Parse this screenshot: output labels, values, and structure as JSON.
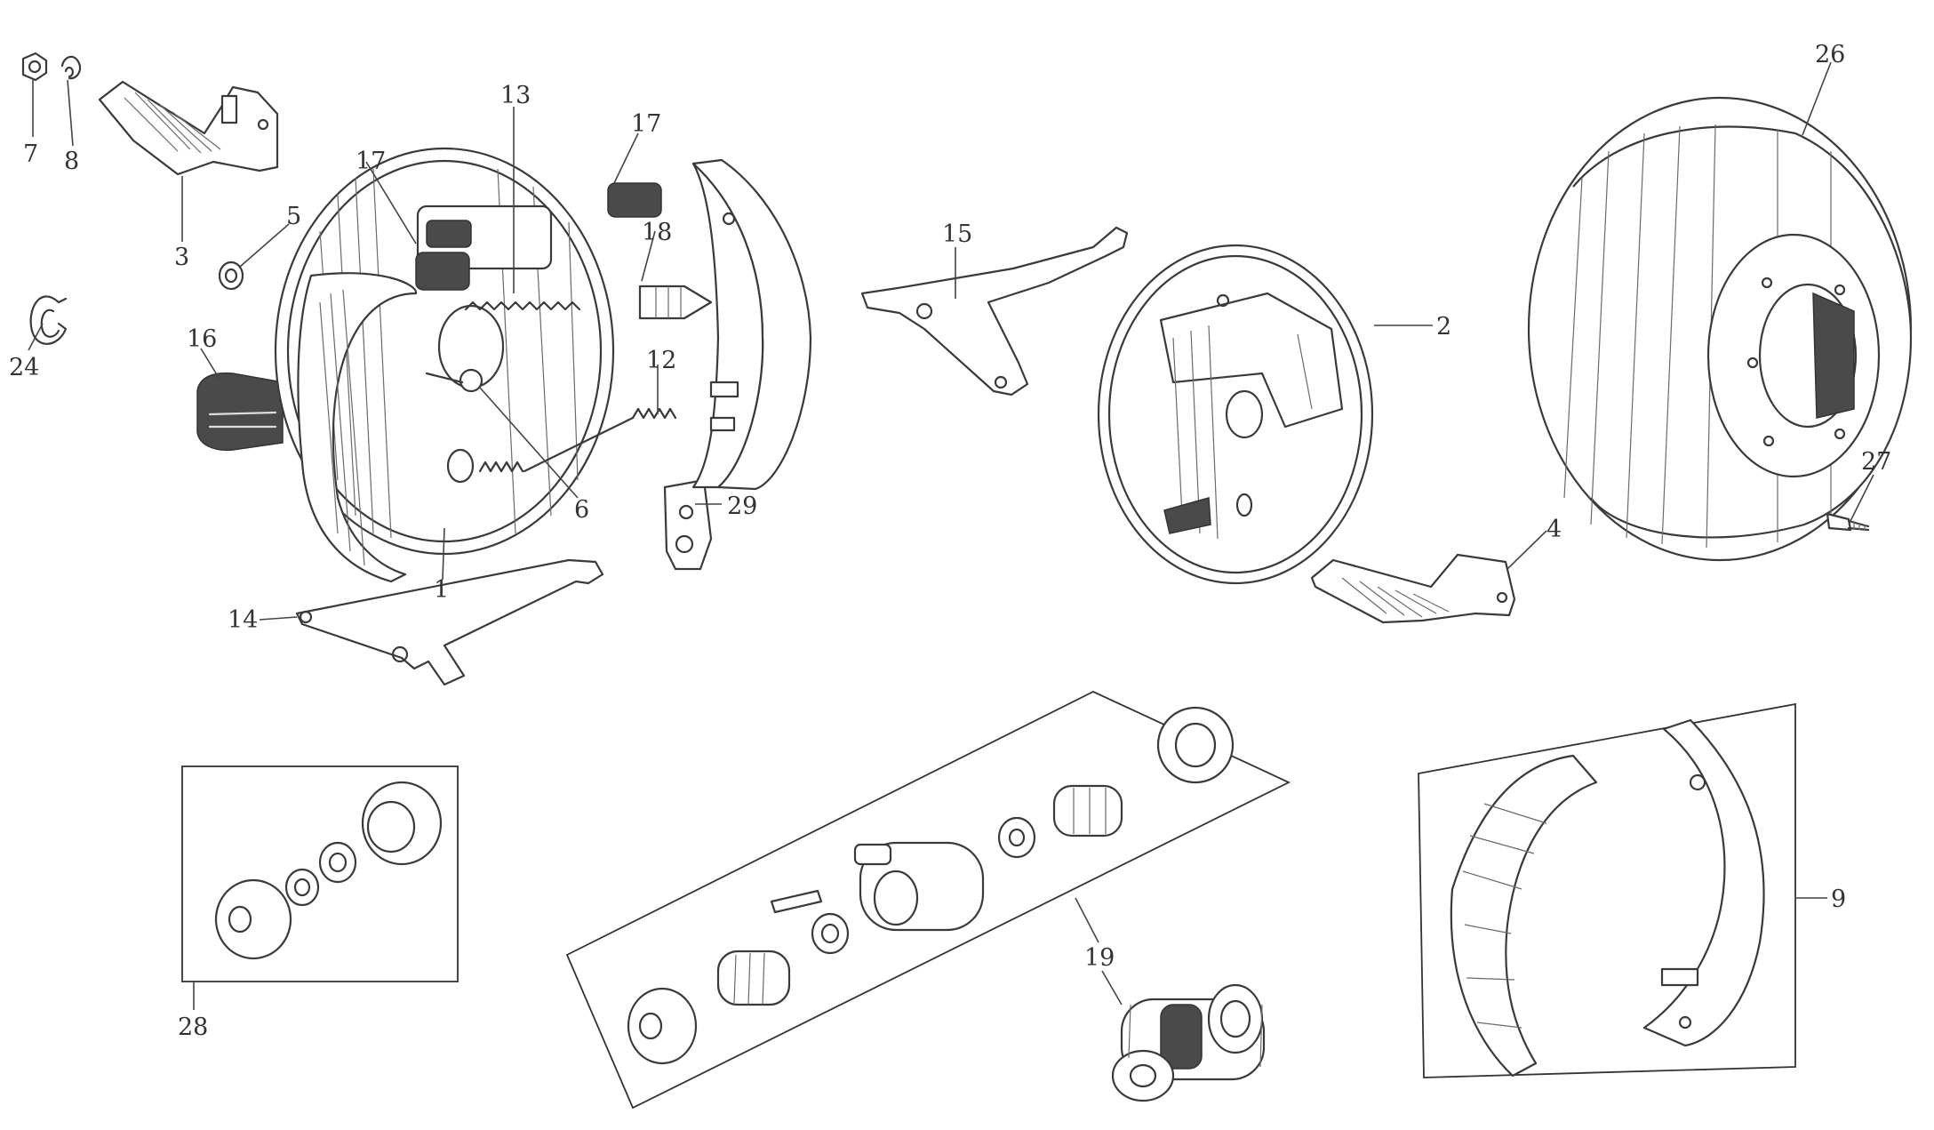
{
  "callouts": [
    {
      "id": "c7",
      "text": "7"
    },
    {
      "id": "c8",
      "text": "8"
    },
    {
      "id": "c3",
      "text": "3"
    },
    {
      "id": "c5",
      "text": "5"
    },
    {
      "id": "c24",
      "text": "24"
    },
    {
      "id": "c16",
      "text": "16"
    },
    {
      "id": "c17a",
      "text": "17"
    },
    {
      "id": "c13",
      "text": "13"
    },
    {
      "id": "c17b",
      "text": "17"
    },
    {
      "id": "c18",
      "text": "18"
    },
    {
      "id": "c12",
      "text": "12"
    },
    {
      "id": "c6",
      "text": "6"
    },
    {
      "id": "c1",
      "text": "1"
    },
    {
      "id": "c29",
      "text": "29"
    },
    {
      "id": "c14",
      "text": "14"
    },
    {
      "id": "c15",
      "text": "15"
    },
    {
      "id": "c2",
      "text": "2"
    },
    {
      "id": "c4",
      "text": "4"
    },
    {
      "id": "c26",
      "text": "26"
    },
    {
      "id": "c27",
      "text": "27"
    },
    {
      "id": "c28",
      "text": "28"
    },
    {
      "id": "c19",
      "text": "19"
    },
    {
      "id": "c9",
      "text": "9"
    }
  ]
}
